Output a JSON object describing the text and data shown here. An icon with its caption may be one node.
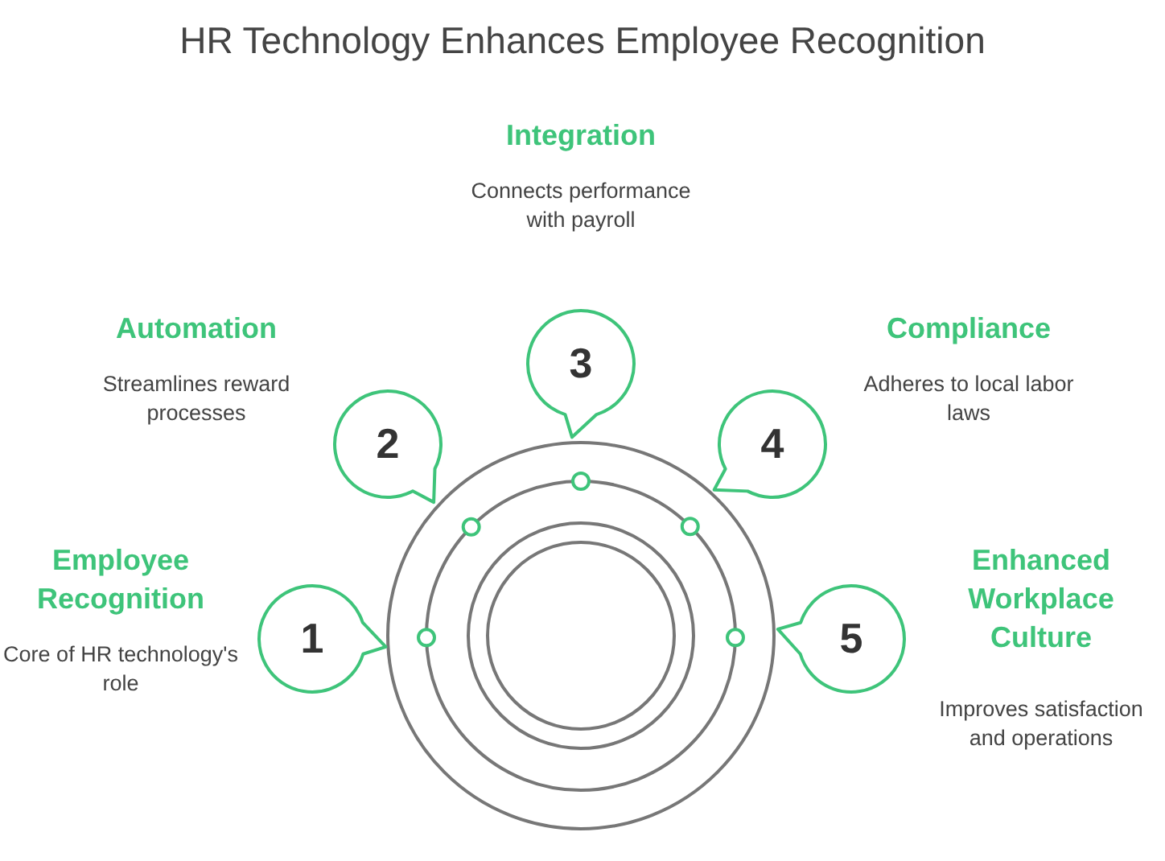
{
  "diagram": {
    "title": "HR Technology Enhances Employee Recognition",
    "nodes": [
      {
        "text": [
          "1"
        ],
        "beside": [
          "Employee Recognition",
          "Core of HR technology's role"
        ]
      },
      {
        "text": [
          "2"
        ],
        "beside": [
          "Automation",
          "Streamlines reward processes"
        ]
      },
      {
        "text": [
          "3"
        ],
        "beside": [
          "Integration",
          "Connects performance with payroll"
        ]
      },
      {
        "text": [
          "4"
        ],
        "beside": [
          "Compliance",
          "Adheres to local labor laws"
        ]
      },
      {
        "text": [
          "5"
        ],
        "beside": [
          "Enhanced Workplace Culture",
          "Improves satisfaction and operations"
        ]
      }
    ]
  }
}
